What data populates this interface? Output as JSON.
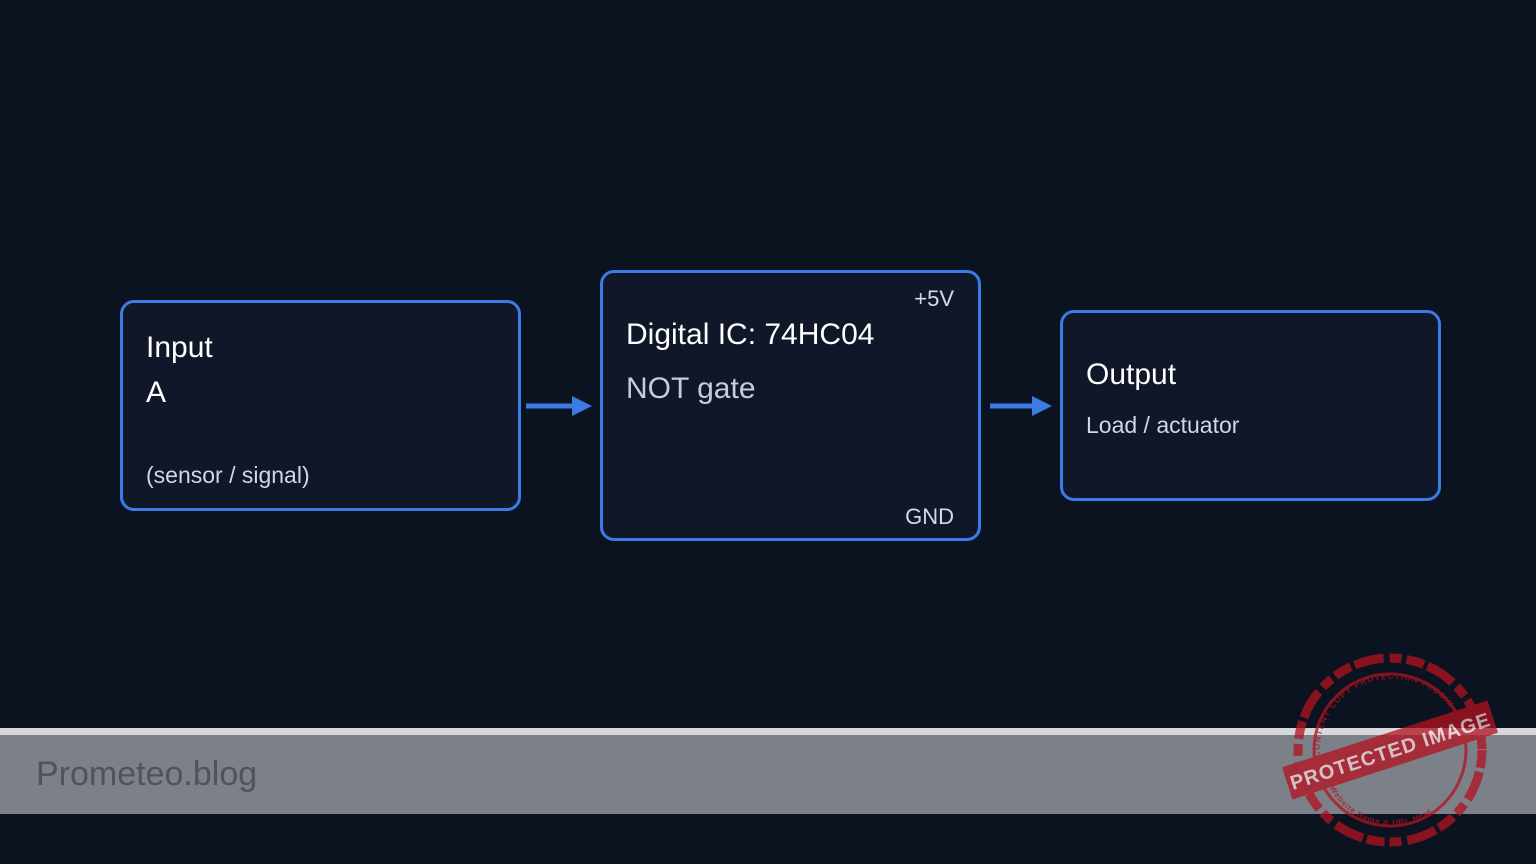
{
  "blocks": {
    "input": {
      "title": "Input",
      "signal": "A",
      "note": "(sensor / signal)"
    },
    "ic": {
      "title": "Digital IC: 74HC04",
      "gate": "NOT gate",
      "vcc": "+5V",
      "gnd": "GND"
    },
    "output": {
      "title": "Output",
      "note": "Load / actuator"
    }
  },
  "footer": {
    "brand": "Prometeo.blog"
  },
  "watermark": {
    "main": "PROTECTED IMAGE",
    "top_arc": "CONTENT COPY PROTECTION PLUGIN",
    "bottom_arc": "My Website Name & URL Here"
  },
  "colors": {
    "background": "#0b1220",
    "block_border": "#3b7be6",
    "block_fill": "#0f1728",
    "footer_band": "#7c8089",
    "stamp": "#b3121f"
  }
}
